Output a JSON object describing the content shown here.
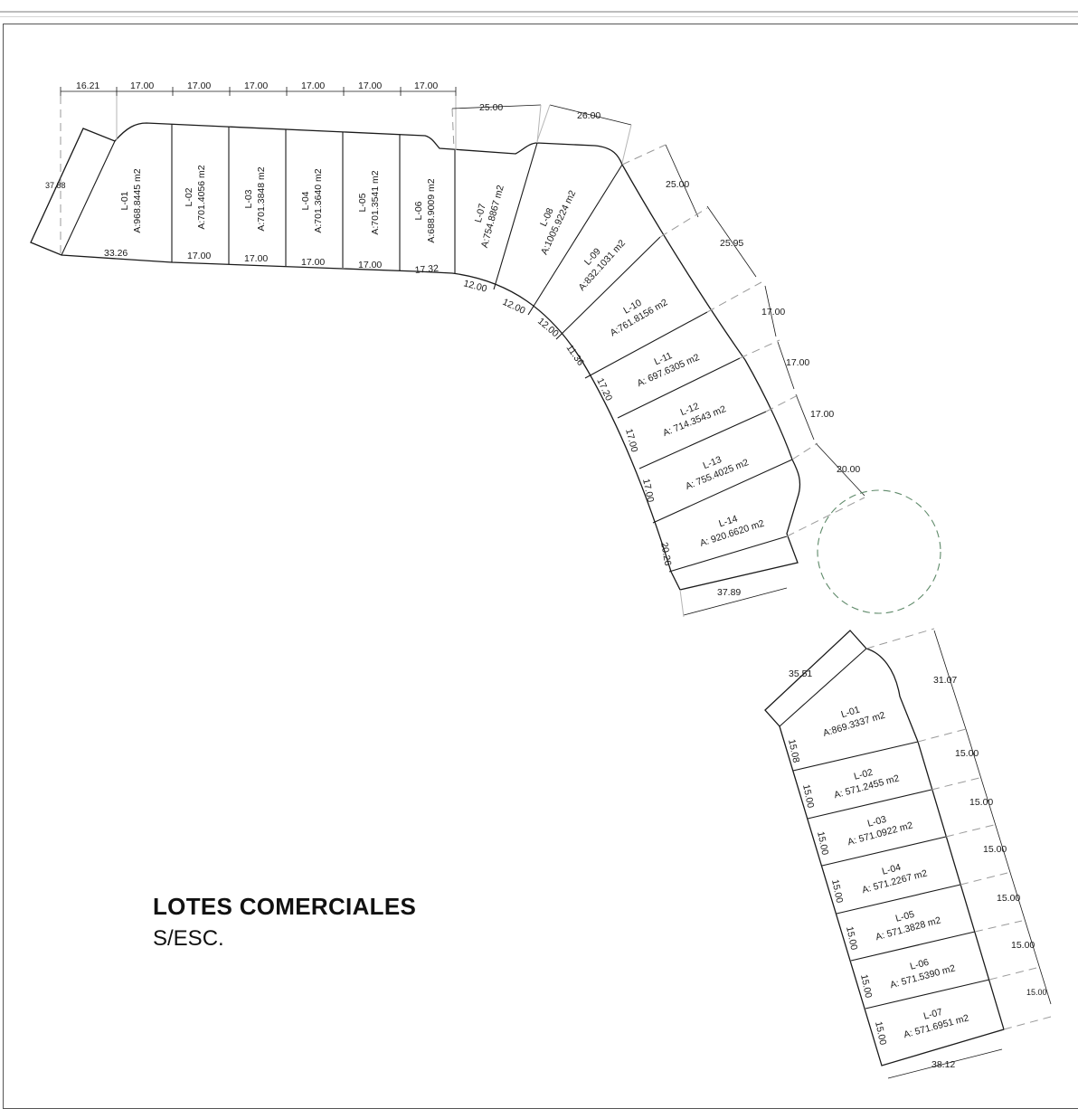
{
  "title": "LOTES COMERCIALES",
  "scale": "S/ESC.",
  "block_a": {
    "lots": [
      {
        "id": "L-01",
        "area": "A:968.8445 m2"
      },
      {
        "id": "L-02",
        "area": "A:701.4056 m2"
      },
      {
        "id": "L-03",
        "area": "A:701.3848 m2"
      },
      {
        "id": "L-04",
        "area": "A:701.3640 m2"
      },
      {
        "id": "L-05",
        "area": "A:701.3541 m2"
      },
      {
        "id": "L-06",
        "area": "A:688.9009 m2"
      },
      {
        "id": "L-07",
        "area": "A:754.8867 m2"
      },
      {
        "id": "L-08",
        "area": "A:1005.9224 m2"
      },
      {
        "id": "L-09",
        "area": "A:832.1031 m2"
      },
      {
        "id": "L-10",
        "area": "A:761.8156 m2"
      },
      {
        "id": "L-11",
        "area": "A: 697.6305 m2"
      },
      {
        "id": "L-12",
        "area": "A: 714.3543 m2"
      },
      {
        "id": "L-13",
        "area": "A: 755.4025 m2"
      },
      {
        "id": "L-14",
        "area": "A: 920.6620 m2"
      }
    ],
    "top_dims": [
      "16.21",
      "17.00",
      "17.00",
      "17.00",
      "17.00",
      "17.00",
      "17.00"
    ],
    "dim_25a": "25.00",
    "dim_26": "26.00",
    "left_dim": "37.88",
    "bottom_dims": [
      "33.26",
      "17.00",
      "17.00",
      "17.00",
      "17.00",
      "17.32",
      "12.00",
      "12.00",
      "12.00",
      "11.36",
      "17.20",
      "17.00",
      "17.00",
      "20.26"
    ],
    "right_dims": [
      "25.00",
      "25.95",
      "17.00",
      "17.00",
      "17.00",
      "20.00"
    ],
    "end_dim": "37.89"
  },
  "block_b": {
    "lots": [
      {
        "id": "L-01",
        "area": "A:869.3337 m2"
      },
      {
        "id": "L-02",
        "area": "A: 571.2455 m2"
      },
      {
        "id": "L-03",
        "area": "A: 571.0922 m2"
      },
      {
        "id": "L-04",
        "area": "A: 571.2267 m2"
      },
      {
        "id": "L-05",
        "area": "A: 571.3828 m2"
      },
      {
        "id": "L-06",
        "area": "A: 571.5390 m2"
      },
      {
        "id": "L-07",
        "area": "A: 571.6951 m2"
      }
    ],
    "top_dim": "35.51",
    "right_top_dim": "31.07",
    "right_dims": [
      "15.00",
      "15.00",
      "15.00",
      "15.00",
      "15.00",
      "15.00"
    ],
    "left_dims": [
      "15.08",
      "15.00",
      "15.00",
      "15.00",
      "15.00",
      "15.00",
      "15.00"
    ],
    "bottom_dim": "38.12"
  }
}
